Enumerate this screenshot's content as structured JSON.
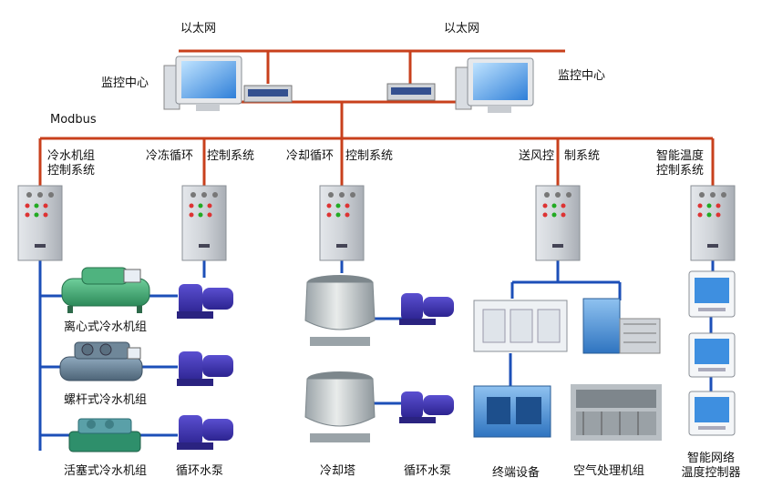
{
  "network": {
    "ethernet_left": "以太网",
    "ethernet_right": "以太网",
    "monitor_left": "监控中心",
    "monitor_right": "监控中心",
    "modbus": "Modbus"
  },
  "systems": {
    "chiller_line1": "冷水机组",
    "chiller_line2": "控制系统",
    "freeze_loop": "冷冻循环",
    "control_a": "控制系统",
    "cooling_loop": "冷却循环",
    "control_b": "控制系统",
    "air_supply": "送风控",
    "control_c": "制系统",
    "smart_temp_line1": "智能温度",
    "smart_temp_line2": "控制系统"
  },
  "equipment": {
    "centrifugal": "离心式冷水机组",
    "screw": "螺杆式冷水机组",
    "piston": "活塞式冷水机组",
    "circ_pump_1": "循环水泵",
    "cooling_tower": "冷却塔",
    "circ_pump_2": "循环水泵",
    "terminal": "终端设备",
    "ahu": "空气处理机组",
    "thermostat_line1": "智能网络",
    "thermostat_line2": "温度控制器"
  },
  "colors": {
    "ethernet_line": "#c8401c",
    "water_line": "#1c4fb8",
    "cabinet": "#c9cdd3"
  }
}
